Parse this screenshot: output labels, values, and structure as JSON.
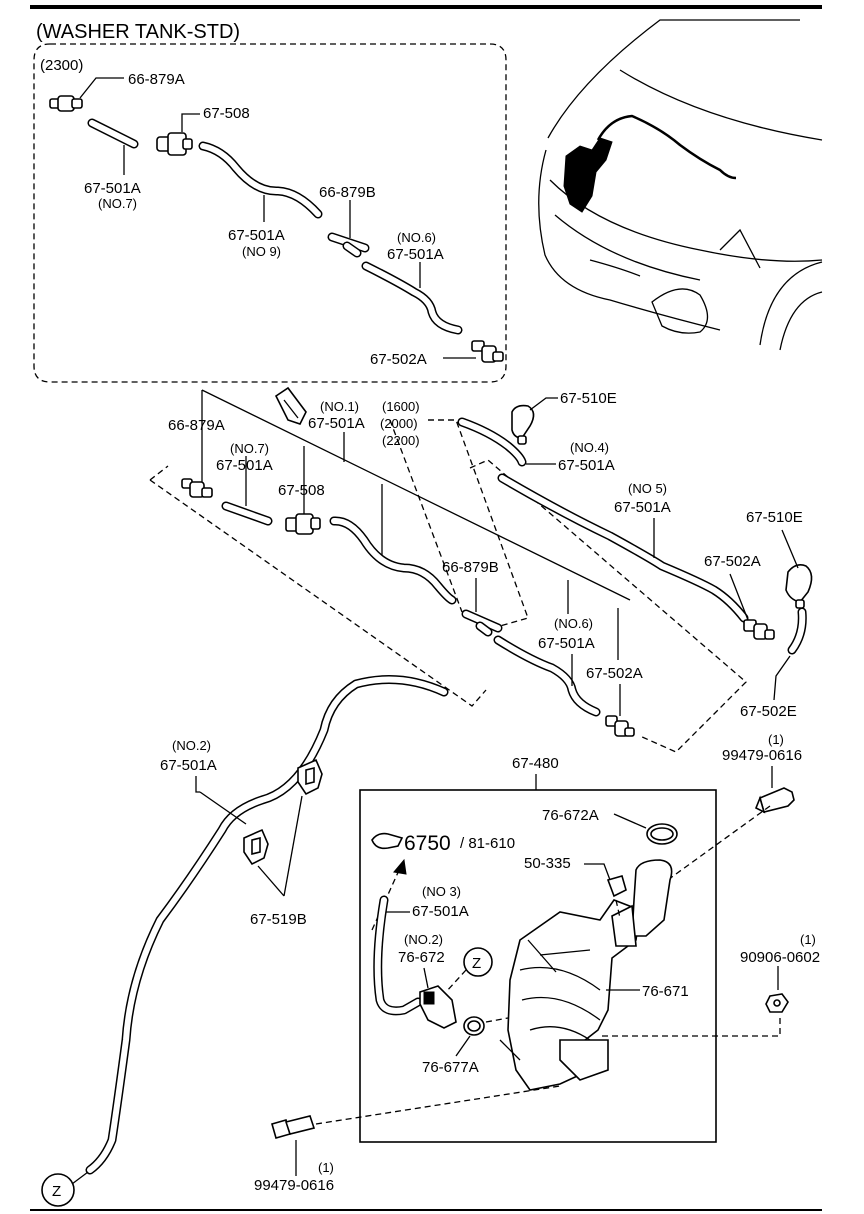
{
  "title": "(WASHER TANK-STD)",
  "inset": {
    "engine": "(2300)",
    "labels": {
      "p66_879a": "66-879A",
      "p67_508": "67-508",
      "p67_501a_no7": "67-501A",
      "no7": "(NO.7)",
      "p67_501a_no9": "67-501A",
      "no9": "(NO 9)",
      "p66_879b": "66-879B",
      "no6": "(NO.6)",
      "p67_501a_no6": "67-501A",
      "p67_502a": "67-502A"
    }
  },
  "main": {
    "labels": {
      "p66_879a": "66-879A",
      "no1": "(NO.1)",
      "p67_501a_no1": "67-501A",
      "e1600": "(1600)",
      "e2000": "(2000)",
      "e2200": "(2200)",
      "p67_510e_top": "67-510E",
      "no4": "(NO.4)",
      "p67_501a_no4": "67-501A",
      "no7": "(NO.7)",
      "p67_501a_no7": "67-501A",
      "p67_508": "67-508",
      "no5": "(NO 5)",
      "p67_501a_no5": "67-501A",
      "p67_510e_right": "67-510E",
      "p67_502a_right": "67-502A",
      "p66_879b": "66-879B",
      "no6": "(NO.6)",
      "p67_501a_no6": "67-501A",
      "p67_502a_mid": "67-502A",
      "p67_502e": "67-502E",
      "no2": "(NO.2)",
      "p67_501a_no2": "67-501A",
      "p67_519b": "67-519B",
      "p67_480": "67-480",
      "qty_top": "(1)",
      "p99479_top": "99479-0616",
      "p76_672a": "76-672A",
      "ref_code": "6750",
      "ref_sub": "/ 81-610",
      "p50_335": "50-335",
      "no3": "(NO 3)",
      "p67_501a_no3": "67-501A",
      "no2_box": "(NO.2)",
      "p76_672": "76-672",
      "z_mark": "Z",
      "p76_671": "76-671",
      "qty_nut": "(1)",
      "p90906": "90906-0602",
      "p76_677a": "76-677A",
      "qty_bottom": "(1)",
      "p99479_bottom": "99479-0616",
      "z_bottom": "Z"
    }
  }
}
